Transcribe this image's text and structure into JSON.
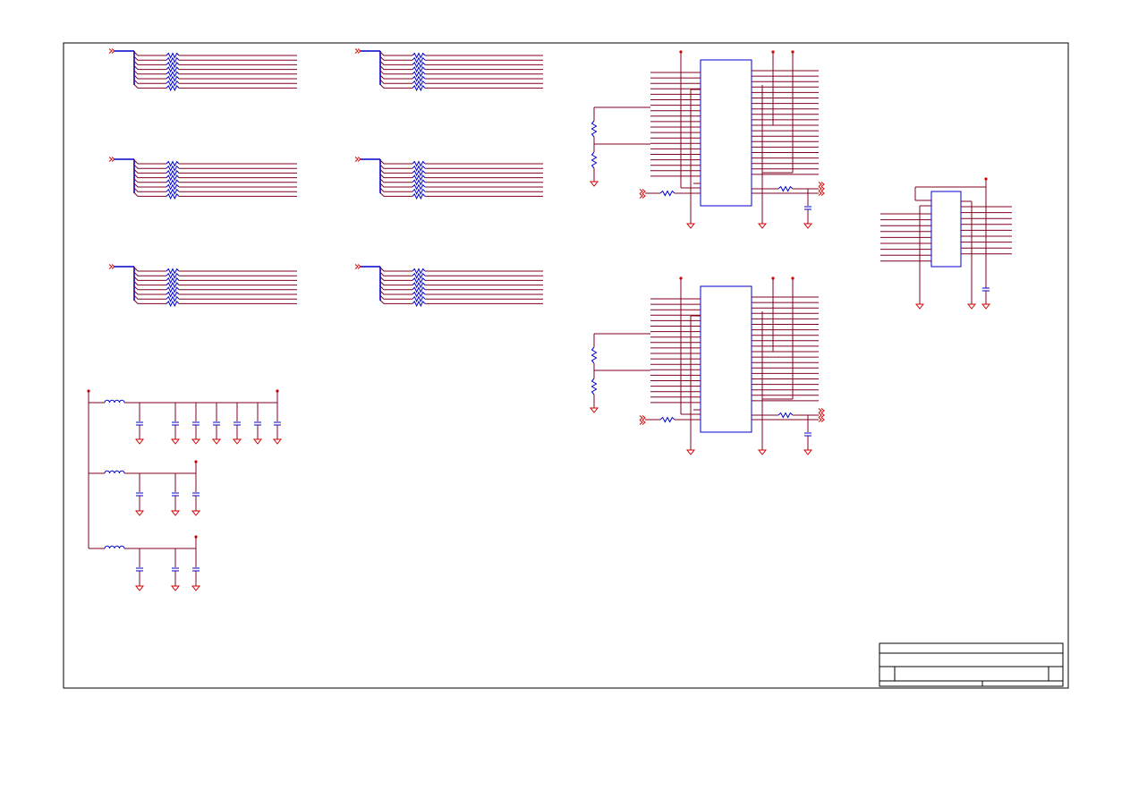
{
  "sheet": {
    "title_block_text": ""
  },
  "colors": {
    "wire": "#800020",
    "component": "#0000cc",
    "power_ground": "#d40000",
    "frame": "#000000",
    "background": "#ffffff"
  },
  "schematic": {
    "resistor_network_groups": 6,
    "lines_per_group": 8,
    "ic_u1_left_pins": 20,
    "ic_u1_right_pins": 20,
    "ic_u3_left_pins": 9,
    "ic_u3_right_pins": 9,
    "power_filter_branches": 3
  }
}
